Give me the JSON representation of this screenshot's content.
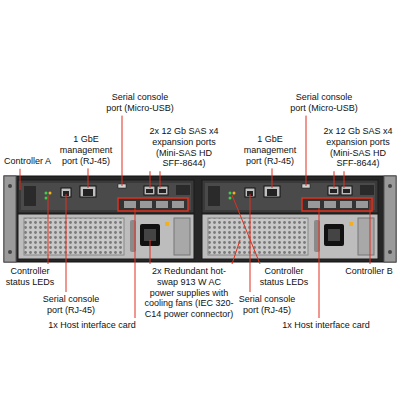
{
  "diagram": {
    "labels": [
      "Serial console port (Micro-USB)",
      "2x 12 Gb SAS x4 expansion ports (Mini-SAS HD SFF-8644)",
      "Serial console port (Micro-USB)",
      "2x 12 Gb SAS x4 expansion ports (Mini-SAS HD SFF-8644)",
      "Controller A",
      "1 GbE management port (RJ-45)",
      "1 GbE management port (RJ-45)",
      "Controller B",
      "Controller status LEDs",
      "2x Redundant hot-swap 913 W AC power supplies with cooling fans (IEC 320-C14 power connector)",
      "Controller status LEDs",
      "Serial console port (RJ-45)",
      "Serial console port (RJ-45)",
      "1x Host interface card",
      "1x Host interface card"
    ]
  }
}
